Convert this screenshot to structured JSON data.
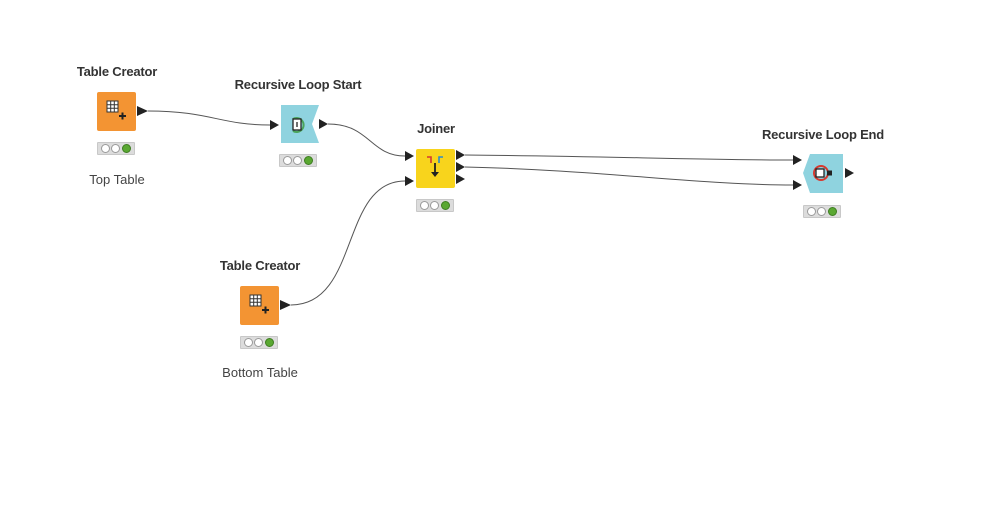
{
  "workflow": {
    "nodes": [
      {
        "id": "tc-top",
        "title": "Table Creator",
        "label": "Top Table",
        "type": "source",
        "color": "#f39433",
        "status": [
          false,
          false,
          true
        ]
      },
      {
        "id": "rls",
        "title": "Recursive Loop Start",
        "label": "",
        "type": "loop-start",
        "color": "#8fd3df",
        "status": [
          false,
          false,
          true
        ]
      },
      {
        "id": "joiner",
        "title": "Joiner",
        "label": "",
        "type": "manipulator",
        "color": "#f8d41c",
        "status": [
          false,
          false,
          true
        ]
      },
      {
        "id": "tc-bottom",
        "title": "Table Creator",
        "label": "Bottom Table",
        "type": "source",
        "color": "#f39433",
        "status": [
          false,
          false,
          true
        ]
      },
      {
        "id": "rle",
        "title": "Recursive Loop End",
        "label": "",
        "type": "loop-end",
        "color": "#8fd3df",
        "status": [
          false,
          false,
          true
        ]
      }
    ],
    "connections": [
      {
        "from": "tc-top",
        "to": "rls"
      },
      {
        "from": "rls",
        "to": "joiner"
      },
      {
        "from": "tc-bottom",
        "to": "joiner"
      },
      {
        "from": "joiner",
        "to": "rle"
      },
      {
        "from": "joiner",
        "to": "rle"
      }
    ]
  }
}
